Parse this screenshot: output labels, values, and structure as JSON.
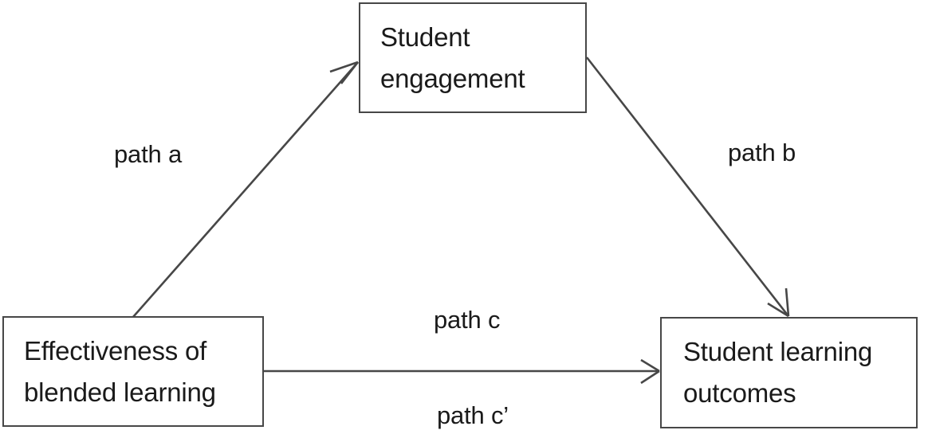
{
  "diagram": {
    "type": "mediation-model",
    "background_color": "#ffffff",
    "line_color": "#474747",
    "text_color": "#1a1a1a",
    "nodes": [
      {
        "id": "engagement",
        "lines": [
          "Student",
          "engagement"
        ],
        "line1": "Student",
        "line2": "engagement"
      },
      {
        "id": "effectiveness",
        "lines": [
          "Effectiveness of",
          "blended learning"
        ],
        "line1": "Effectiveness of",
        "line2": "blended learning"
      },
      {
        "id": "outcomes",
        "lines": [
          "Student learning",
          "outcomes"
        ],
        "line1": "Student learning",
        "line2": "outcomes"
      }
    ],
    "edges": [
      {
        "id": "path-a",
        "label": "path a",
        "from": "effectiveness",
        "to": "engagement",
        "arrowhead": "open-v"
      },
      {
        "id": "path-b",
        "label": "path b",
        "from": "engagement",
        "to": "outcomes",
        "arrowhead": "open-v"
      },
      {
        "id": "path-c",
        "label": "path c",
        "from": "effectiveness",
        "to": "outcomes",
        "arrowhead": "open-v"
      },
      {
        "id": "path-c-prime",
        "label": "path c’",
        "from": "effectiveness",
        "to": "outcomes",
        "arrowhead": "open-v"
      }
    ]
  }
}
